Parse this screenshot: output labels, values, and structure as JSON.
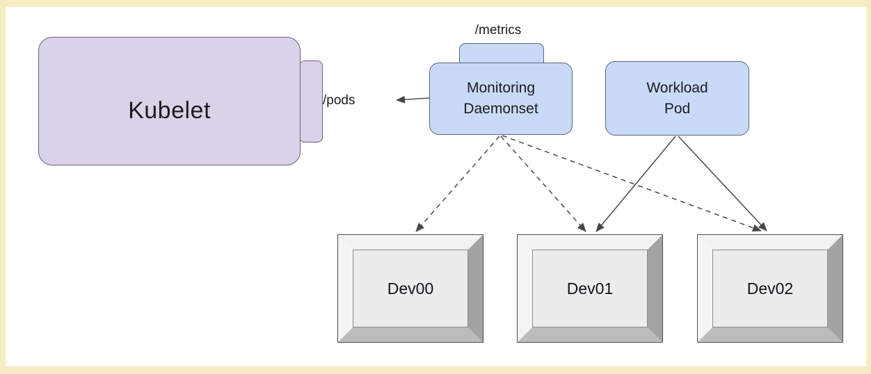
{
  "diagram": {
    "type": "architecture-diagram",
    "nodes": {
      "kubelet": {
        "label": "Kubelet",
        "port_label": "/pods"
      },
      "monitoring_daemonset": {
        "lines": [
          "Monitoring",
          "Daemonset"
        ],
        "port_label": "/metrics"
      },
      "workload_pod": {
        "lines": [
          "Workload",
          "Pod"
        ]
      },
      "devices": [
        {
          "label": "Dev00"
        },
        {
          "label": "Dev01"
        },
        {
          "label": "Dev02"
        }
      ]
    },
    "edges": [
      {
        "from": "monitoring_daemonset",
        "to": "kubelet",
        "via": "/pods",
        "style": "solid-arrow"
      },
      {
        "from": "monitoring_daemonset",
        "to": "dev00",
        "style": "dashed-arrow"
      },
      {
        "from": "monitoring_daemonset",
        "to": "dev01",
        "style": "dashed-arrow"
      },
      {
        "from": "monitoring_daemonset",
        "to": "dev02",
        "style": "dashed-arrow"
      },
      {
        "from": "workload_pod",
        "to": "dev01",
        "style": "solid-arrow"
      },
      {
        "from": "workload_pod",
        "to": "dev02",
        "style": "solid-arrow"
      }
    ]
  },
  "colors": {
    "frame": "#f8ecc2",
    "lavender_fill": "#d9d2e9",
    "lavender_border": "#69617a",
    "blue_fill": "#c9daf8",
    "blue_border": "#5a6478",
    "edge_stroke": "#4f4f4f",
    "text": "#1c1c1c"
  }
}
